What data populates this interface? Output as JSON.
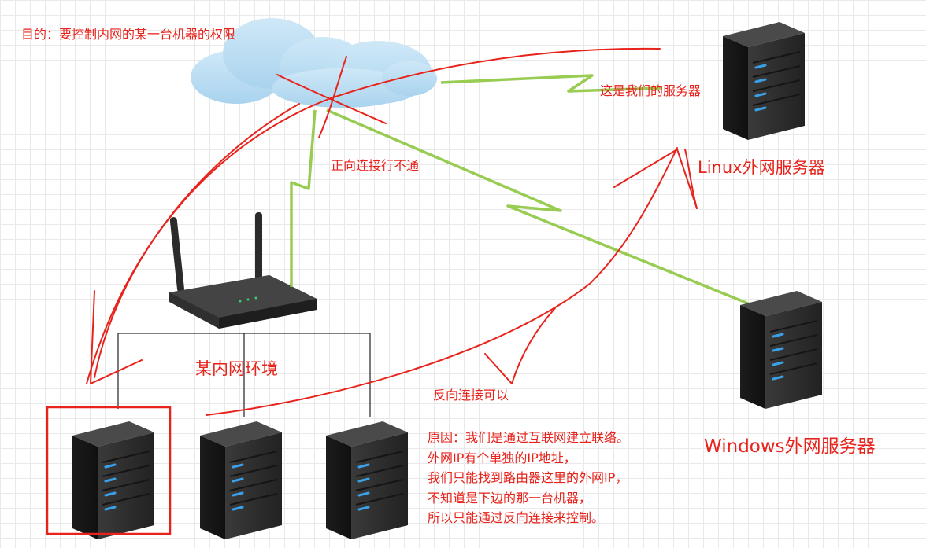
{
  "labels": {
    "goal": "目的：要控制内网的某一台机器的权限",
    "our_server": "这是我们的服务器",
    "forward_fail": "正向连接行不通",
    "linux_server": "Linux外网服务器",
    "intranet_env": "某内网环境",
    "reverse_ok": "反向连接可以",
    "windows_server": "Windows外网服务器"
  },
  "reason_lines": [
    "原因：我们是通过互联网建立联络。",
    "外网IP有个单独的IP地址，",
    "我们只能找到路由器这里的外网IP，",
    "不知道是下边的那一台机器，",
    "所以只能通过反向连接来控制。"
  ],
  "colors": {
    "annotation": "#e8231c",
    "link": "#8dc63f",
    "server_body": "#2f2f2f",
    "server_led": "#3aa0e8"
  }
}
